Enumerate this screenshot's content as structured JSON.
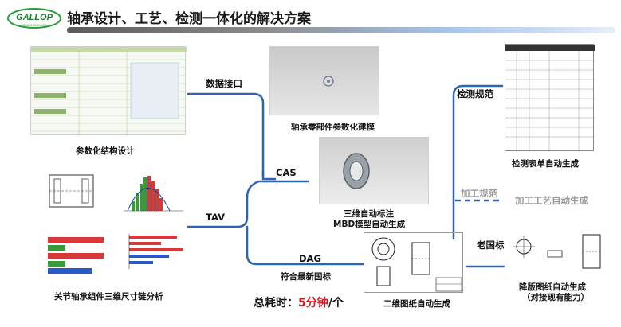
{
  "logo": {
    "text": "GALLOP",
    "sub": "XXXXXXXXXXXX"
  },
  "title": "轴承设计、工艺、检测一体化的解决方案",
  "labels": {
    "data_interface": "数据接口",
    "cas": "CAS",
    "tav": "TAV",
    "dag": "DAG",
    "inspection_spec": "检测规范",
    "process_spec": "加工规范",
    "old_standard": "老国标"
  },
  "captions": {
    "param_design": "参数化结构设计",
    "param_model": "轴承零部件参数化建模",
    "mbd_line1": "三维自动标注",
    "mbd_line2": "MBD模型自动生成",
    "dim_chain": "关节轴承组件三维尺寸链分析",
    "new_standard": "符合最新国标",
    "drawing_2d": "二维图纸自动生成",
    "inspection_form": "检测表单自动生成",
    "process_gen": "加工工艺自动生成",
    "downgrade_line1": "降版图纸自动生成",
    "downgrade_line2": "（对接现有能力）"
  },
  "total": {
    "prefix": "总耗时：",
    "value": "5分钟",
    "suffix": "/个"
  },
  "colors": {
    "line": "#2e63b0",
    "red": "#e0141e",
    "gray": "#9a9a9a"
  }
}
